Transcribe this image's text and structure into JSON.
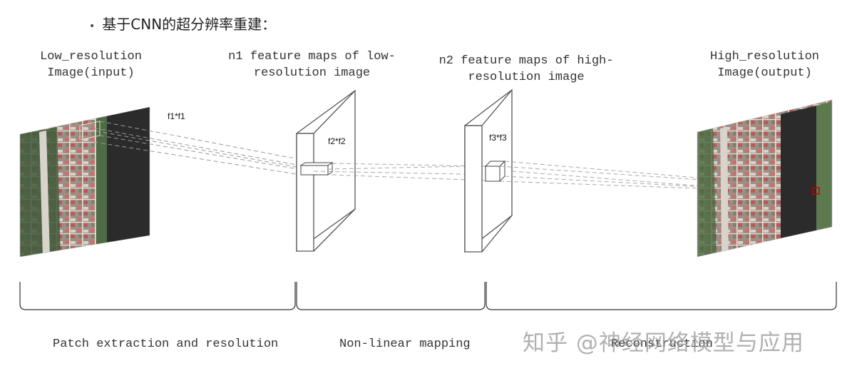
{
  "heading": {
    "bullet": "•",
    "text": "基于CNN的超分辨率重建："
  },
  "input": {
    "line1": "Low_resolution",
    "line2": "Image(input)"
  },
  "layer1": {
    "line1": "n1 feature maps of low-",
    "line2": "resolution image"
  },
  "layer2": {
    "line1": "n2 feature maps of high-",
    "line2": "resolution image"
  },
  "output": {
    "line1": "High_resolution",
    "line2": "Image(output)"
  },
  "kernels": {
    "k1": "f1*f1",
    "k2": "f2*f2",
    "k3": "f3*f3"
  },
  "stages": {
    "s1": "Patch extraction and resolution",
    "s2": "Non-linear mapping",
    "s3": "Reconstruction"
  },
  "watermark": "知乎 @神经网络模型与应用"
}
